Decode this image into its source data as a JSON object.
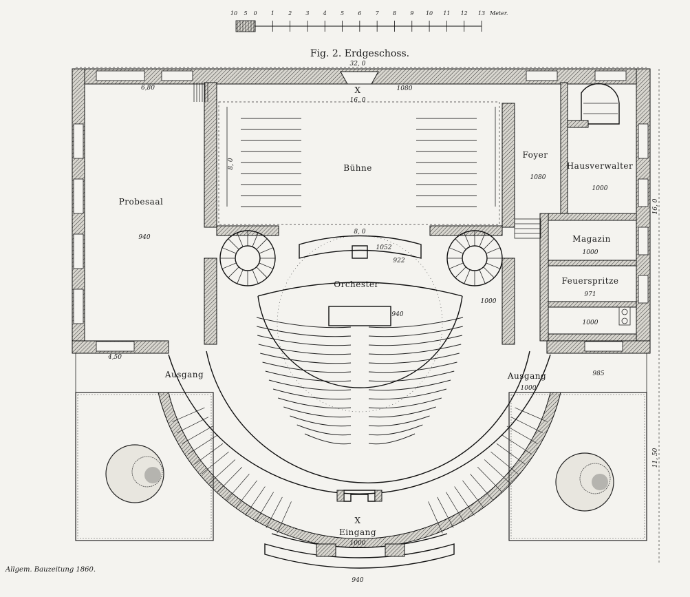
{
  "drawing": {
    "title": "Fig. 2. Erdgeschoss.",
    "credit": "Allgem. Bauzeitung 1860.",
    "scale": {
      "unit": "Meter.",
      "ticks_left": [
        "10",
        "5",
        "0"
      ],
      "ticks": [
        "1",
        "2",
        "3",
        "4",
        "5",
        "6",
        "7",
        "8",
        "9",
        "10",
        "11",
        "12",
        "13"
      ]
    },
    "rooms": {
      "probesaal": "Probesaal",
      "buehne": "Bühne",
      "foyer": "Foyer",
      "hausverwalter": "Hausverwalter",
      "magazin": "Magazin",
      "feuerspritze": "Feuerspritze",
      "orchester": "Orchester",
      "ausgang_left": "Ausgang",
      "ausgang_right": "Ausgang",
      "eingang": "Eingang",
      "axis_top": "X",
      "axis_bottom": "X"
    },
    "dimensions": {
      "overall_width": "32, 0",
      "stage_width": "16, 0",
      "probesaal_top": "6,80",
      "stage_top_right": "1080",
      "stage_depth": "8, 0",
      "probesaal_height": "940",
      "foyer_height": "1080",
      "hausverwalter_height": "1000",
      "right_depth": "16, 0",
      "proscenium": "8, 0",
      "orchestra_a": "1052",
      "orchestra_b": "922",
      "stalls_front": "940",
      "side_corridor": "1000",
      "magazin_height": "1000",
      "feuerspritze_height": "971",
      "small_room_height": "1000",
      "left_front": "4,50",
      "right_front": "985",
      "ausgang_right_height": "1000",
      "front_depth": "11, 50",
      "eingang_height": "1000",
      "bottom_width": "940"
    }
  }
}
